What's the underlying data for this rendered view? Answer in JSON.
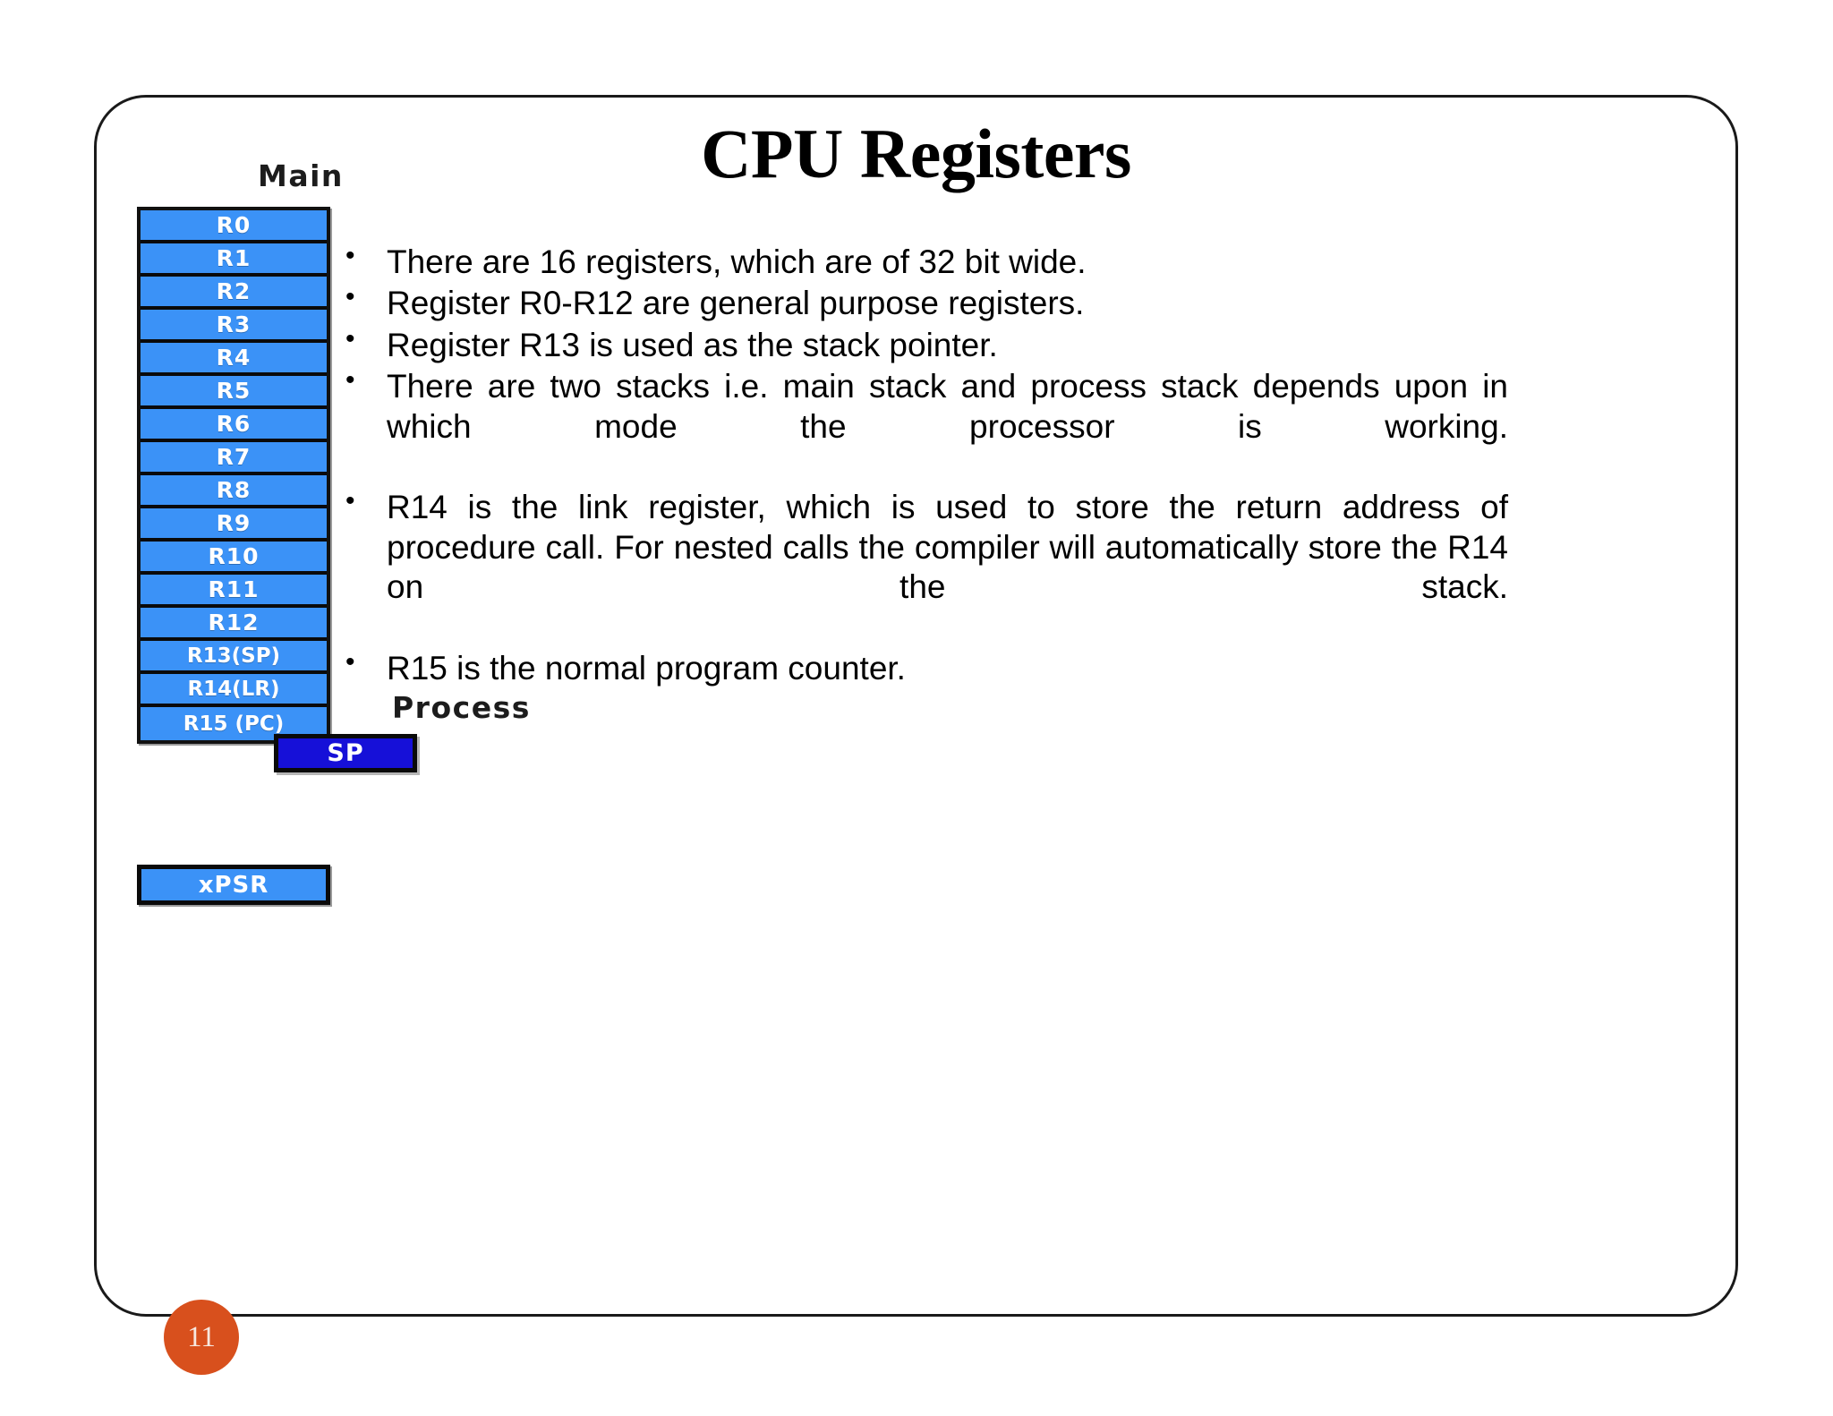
{
  "slide": {
    "title": "CPU Registers",
    "page_number": "11",
    "accent_color": "#d8501d",
    "register_fill_color": "#3b92f7",
    "process_sp_color": "#1610d8",
    "border_color": "#0a0a0a"
  },
  "diagram": {
    "main_label": "Main",
    "process_label": "Process",
    "registers": [
      {
        "label": "R0"
      },
      {
        "label": "R1"
      },
      {
        "label": "R2"
      },
      {
        "label": "R3"
      },
      {
        "label": "R4"
      },
      {
        "label": "R5"
      },
      {
        "label": "R6"
      },
      {
        "label": "R7"
      },
      {
        "label": "R8"
      },
      {
        "label": "R9"
      },
      {
        "label": "R10"
      },
      {
        "label": "R11"
      },
      {
        "label": "R12"
      },
      {
        "label": "R13(SP)"
      },
      {
        "label": "R14(LR)"
      },
      {
        "label": "R15 (PC)"
      }
    ],
    "xpsr_label": "xPSR",
    "process_sp_label": "SP"
  },
  "bullets": [
    "There are 16 registers, which are of 32 bit wide.",
    "Register R0-R12 are general purpose registers.",
    "Register R13 is used as the stack pointer.",
    "There are two stacks i.e. main stack and process stack depends upon in which mode the processor is working.",
    "R14 is the link register, which is used to store the return address of procedure call. For nested calls the compiler will automatically store the R14 on the stack.",
    "R15 is the normal program counter."
  ]
}
